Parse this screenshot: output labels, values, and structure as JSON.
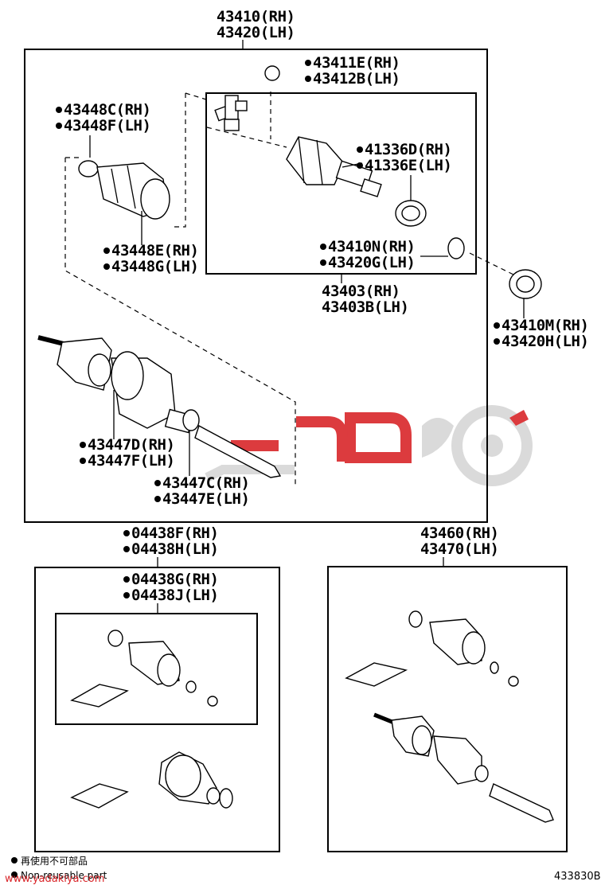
{
  "assembly": {
    "rh": "43410(RH)",
    "lh": "43420(LH)"
  },
  "parts": {
    "snap_ring_outer": {
      "rh": "43411E(RH)",
      "lh": "43412B(LH)"
    },
    "boot_clamp_inner": {
      "rh": "43448C(RH)",
      "lh": "43448F(LH)"
    },
    "boot_clamp_inner_2": {
      "rh": "43448E(RH)",
      "lh": "43448G(LH)"
    },
    "tripod_joint": {
      "rh": "41336D(RH)",
      "lh": "41336E(LH)"
    },
    "snap_ring_inner": {
      "rh": "43410N(RH)",
      "lh": "43420G(LH)"
    },
    "inboard_joint": {
      "rh": "43403(RH)",
      "lh": "43403B(LH)"
    },
    "dust_deflector": {
      "rh": "43410M(RH)",
      "lh": "43420H(LH)"
    },
    "boot_clamp_outer": {
      "rh": "43447D(RH)",
      "lh": "43447F(LH)"
    },
    "boot_clamp_outer_2": {
      "rh": "43447C(RH)",
      "lh": "43447E(LH)"
    },
    "boot_kit_inner": {
      "rh": "04438F(RH)",
      "lh": "04438H(LH)"
    },
    "boot_kit_outer": {
      "rh": "04438G(RH)",
      "lh": "04438J(LH)"
    },
    "outboard_joint": {
      "rh": "43460(RH)",
      "lh": "43470(LH)"
    }
  },
  "legend": {
    "jp": "再使用不可部品",
    "en": "Non-reusable part"
  },
  "watermark": {
    "text": "www.yadakiya.com",
    "logo_color": "#e2232a",
    "gray": "#d6d6d6"
  },
  "diagram_code": "433830B"
}
